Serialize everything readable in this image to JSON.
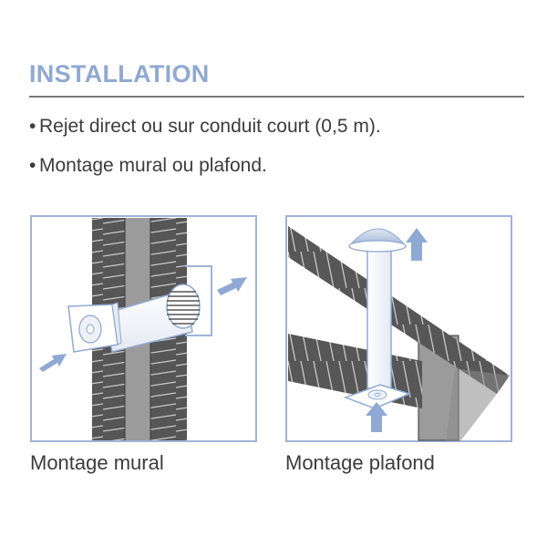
{
  "section": {
    "title": "INSTALLATION"
  },
  "bullets": [
    {
      "text": "Rejet direct ou sur conduit court (0,5 m)."
    },
    {
      "text": "Montage mural ou plafond."
    }
  ],
  "illustrations": [
    {
      "caption": "Montage mural"
    },
    {
      "caption": "Montage plafond"
    }
  ],
  "colors": {
    "accent": "#8ea9d3",
    "frame": "#9fb4d8",
    "arrow": "#8ea9d3",
    "text": "#3c3c3c",
    "wall": "#575757",
    "insulation": "#9b9b9b"
  },
  "icons": [
    "bullet-dot",
    "airflow-arrow-icon"
  ]
}
